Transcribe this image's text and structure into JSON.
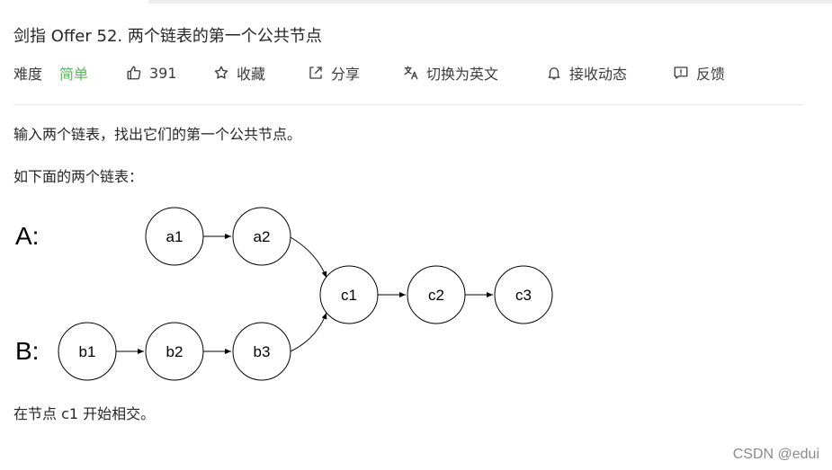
{
  "problem": {
    "title": "剑指 Offer 52. 两个链表的第一个公共节点"
  },
  "toolbar": {
    "difficulty_label": "难度",
    "difficulty_value": "简单",
    "difficulty_color": "#5cb85c",
    "likes": "391",
    "favorite_label": "收藏",
    "share_label": "分享",
    "switch_lang_label": "切换为英文",
    "notify_label": "接收动态",
    "feedback_label": "反馈"
  },
  "content": {
    "para1": "输入两个链表，找出它们的第一个公共节点。",
    "para2": "如下面的两个链表：",
    "para3": "在节点 c1 开始相交。"
  },
  "diagram": {
    "list_a_label": "A:",
    "list_b_label": "B:",
    "nodes": {
      "a1": "a1",
      "a2": "a2",
      "b1": "b1",
      "b2": "b2",
      "b3": "b3",
      "c1": "c1",
      "c2": "c2",
      "c3": "c3"
    }
  },
  "watermark": "CSDN @edui"
}
